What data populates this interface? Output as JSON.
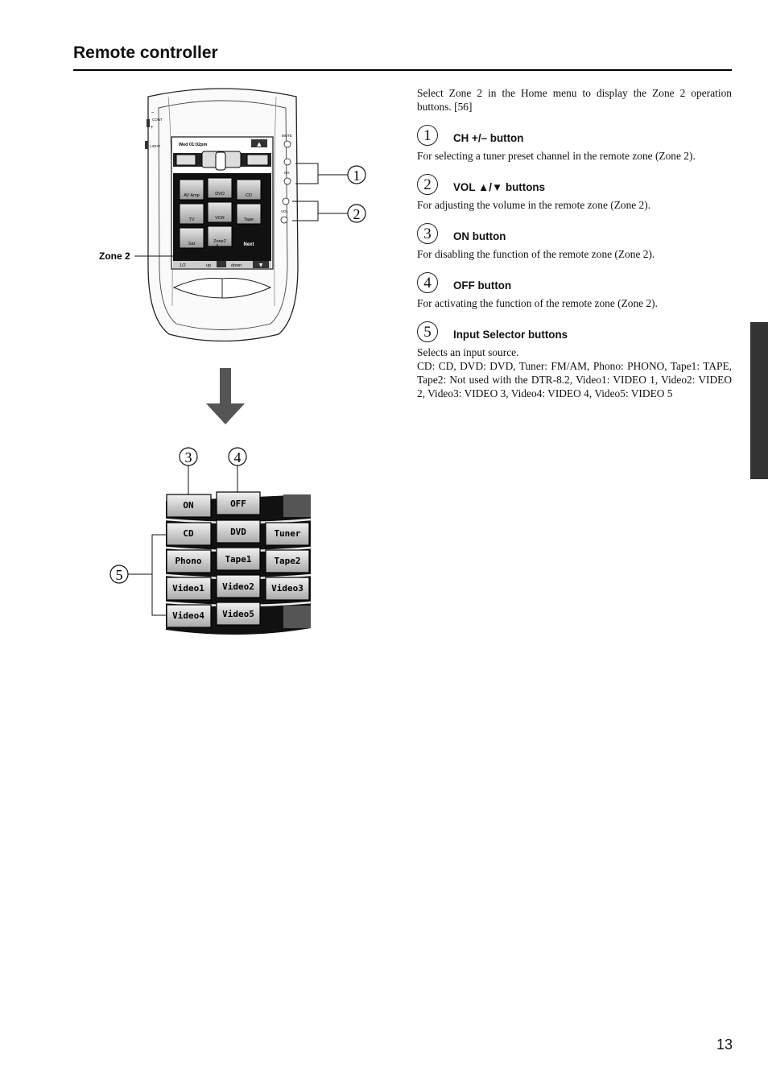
{
  "page": {
    "title": "Remote controller",
    "page_number": "13"
  },
  "intro": "Select Zone 2 in the Home menu to display the Zone 2 operation buttons. [56]",
  "items": [
    {
      "num": "1",
      "title": "CH +/– button",
      "desc": "For selecting a tuner preset channel in the remote zone (Zone 2)."
    },
    {
      "num": "2",
      "title": "VOL ▲/▼ buttons",
      "desc": "For adjusting the volume in the remote zone (Zone 2)."
    },
    {
      "num": "3",
      "title": "ON button",
      "desc": "For disabling the function of the remote zone (Zone 2)."
    },
    {
      "num": "4",
      "title": "OFF button",
      "desc": "For activating the function of the remote zone (Zone 2)."
    },
    {
      "num": "5",
      "title": "Input Selector buttons",
      "desc": "Selects an input source.\nCD: CD, DVD: DVD, Tuner: FM/AM, Phono: PHONO, Tape1: TAPE, Tape2: Not used with the DTR-8.2, Video1: VIDEO 1, Video2: VIDEO 2, Video3: VIDEO 3, Video4: VIDEO 4, Video5: VIDEO 5"
    }
  ],
  "remote": {
    "zone_label": "Zone 2",
    "cont": "CONT",
    "minus": "–",
    "plus": "+",
    "light": "LIGHT",
    "mute": "MUTE",
    "ch": "CH",
    "vol": "VOL",
    "clock": "Wed 01:02pm",
    "tiles": [
      "AV Amp",
      "DVD",
      "CD",
      "TV",
      "VCR",
      "Tape",
      "Sat",
      "Zone2"
    ],
    "next": "Next",
    "page_ind": "1/2",
    "up": "up",
    "down": "down"
  },
  "callouts": {
    "c1": "1",
    "c2": "2",
    "c3": "3",
    "c4": "4",
    "c5": "5"
  },
  "zone2_buttons": [
    "ON",
    "OFF",
    "CD",
    "DVD",
    "Tuner",
    "Phono",
    "Tape1",
    "Tape2",
    "Video1",
    "Video2",
    "Video3",
    "Video4",
    "Video5"
  ]
}
